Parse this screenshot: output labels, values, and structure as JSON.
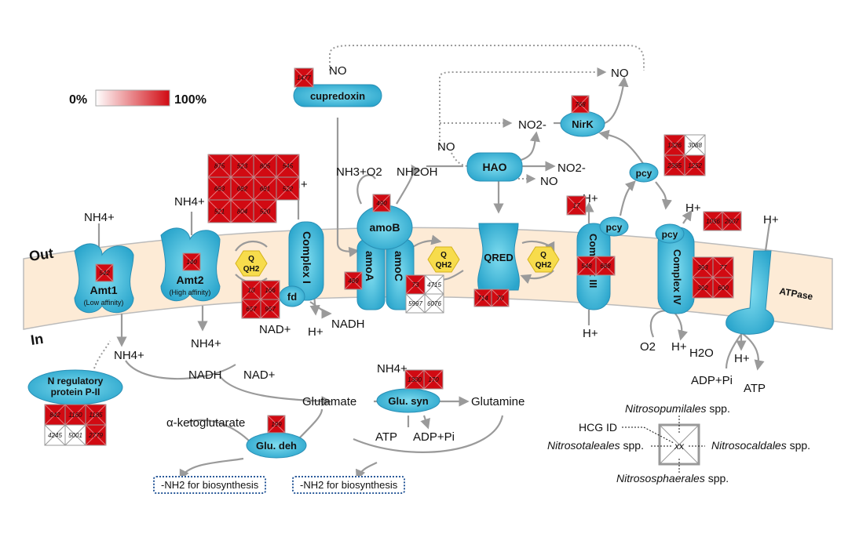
{
  "legend": {
    "min_label": "0%",
    "max_label": "100%",
    "color_low": "#ffffff",
    "color_high": "#d10a12"
  },
  "regions": {
    "out": "Out",
    "in": "In"
  },
  "proteins": {
    "amt1": {
      "name": "Amt1",
      "sub": "(Low affinity)"
    },
    "amt2": {
      "name": "Amt2",
      "sub": "(High affinity)"
    },
    "complex1": "Complex I",
    "fd": "fd",
    "amob": "amoB",
    "amoa": "amoA",
    "amoc": "amoC",
    "qred": "QRED",
    "complex3": "Complex III",
    "complex4": "Complex IV",
    "pcy": "pcy",
    "atpase": "ATPase",
    "cupredoxin": "cupredoxin",
    "hao": "HAO",
    "nirk": "NirK",
    "npii": "N regulatory protein P-II",
    "glusyn": "Glu. syn",
    "gludeh": "Glu. deh"
  },
  "quinone": {
    "line1": "Q",
    "line2": "QH2"
  },
  "metabolites": {
    "nh4": "NH4+",
    "hplus": "H+",
    "nad": "NAD+",
    "nadh": "NADH",
    "nh3o2": "NH3+O2",
    "nh2oh": "NH2OH",
    "no": "NO",
    "no2": "NO2-",
    "o2": "O2",
    "h2o": "H2O",
    "adppi": "ADP+Pi",
    "atp": "ATP",
    "glutamate": "Glutamate",
    "glutamine": "Glutamine",
    "akg": "α-ketoglutarate",
    "nh2_biosynth": "-NH2 for biosynthesis"
  },
  "heatmaps": [
    {
      "id": "complex1",
      "cells": [
        875,
        523,
        805,
        545,
        683,
        682,
        681,
        522,
        521,
        804,
        520
      ]
    },
    {
      "id": "complex1-fd",
      "cells": [
        10,
        166,
        657,
        957
      ]
    },
    {
      "id": "amt1",
      "cells": [
        542
      ]
    },
    {
      "id": "amt2",
      "cells": [
        140
      ]
    },
    {
      "id": "npii",
      "cells": [
        842,
        1160,
        1185,
        4245,
        5001,
        2779
      ]
    },
    {
      "id": "amob",
      "cells": [
        490
      ]
    },
    {
      "id": "amoa",
      "cells": [
        489
      ]
    },
    {
      "id": "amoc",
      "cells": [
        73,
        4715,
        5997,
        6076
      ]
    },
    {
      "id": "qred",
      "cells": [
        714,
        70
      ]
    },
    {
      "id": "complex3",
      "cells": [
        548,
        688
      ]
    },
    {
      "id": "complex3-pcy",
      "cells": [
        17
      ]
    },
    {
      "id": "pcy-top",
      "cells": [
        1326,
        3088,
        2365,
        1252
      ]
    },
    {
      "id": "pcy-c4",
      "cells": [
        1056,
        2607
      ]
    },
    {
      "id": "complex4",
      "cells": [
        393,
        77,
        392,
        600
      ]
    },
    {
      "id": "cupredoxin",
      "cells": [
        1477
      ]
    },
    {
      "id": "nirk",
      "cells": [
        768
      ]
    },
    {
      "id": "glusyn",
      "cells": [
        1300,
        170
      ]
    },
    {
      "id": "gludeh",
      "cells": [
        199
      ]
    }
  ],
  "key": {
    "hcg_id": "HCG ID",
    "cell_text": "xx",
    "top": "Nitrosopumilales spp.",
    "left": "Nitrosotaleales spp.",
    "right": "Nitrosocaldales spp.",
    "bottom": "Nitrososphaerales spp.",
    "top_italic": "Nitrosopumilales",
    "left_italic": "Nitrosotaleales",
    "right_italic": "Nitrosocaldales",
    "bottom_italic": "Nitrososphaerales",
    "suffix": " spp."
  }
}
